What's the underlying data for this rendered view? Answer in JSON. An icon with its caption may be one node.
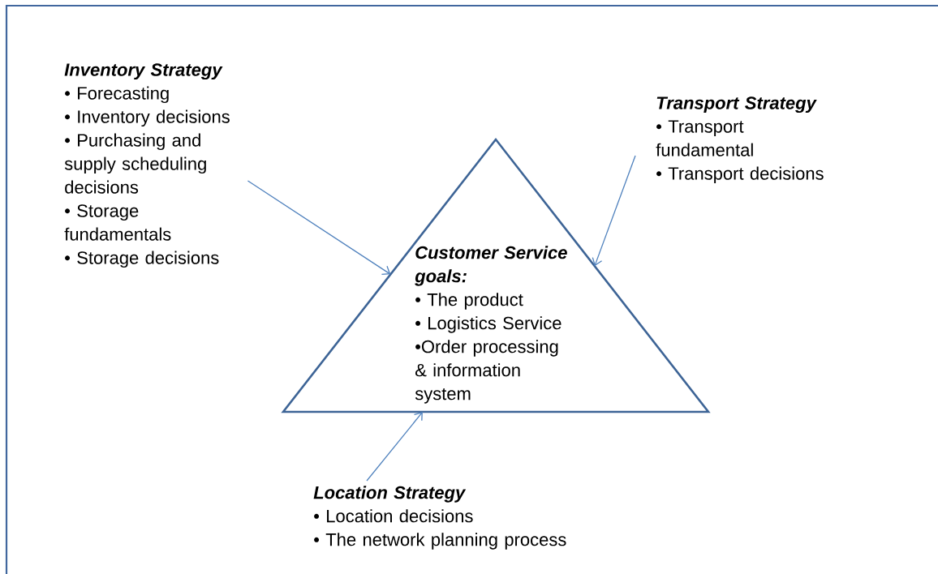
{
  "diagram": {
    "nodes": [
      {
        "text": [
          "Inventory Strategy",
          "• Forecasting",
          "• Inventory decisions",
          "• Purchasing and supply scheduling decisions",
          "• Storage fundamentals",
          "• Storage decisions"
        ]
      },
      {
        "text": [
          "Transport Strategy",
          "• Transport fundamental",
          "• Transport decisions"
        ]
      },
      {
        "text": [
          "Customer Service goals:",
          "• The product",
          "• Logistics Service",
          "•Order processing & information system"
        ]
      },
      {
        "text": [
          "Location Strategy",
          "• Location decisions",
          "• The network planning process"
        ]
      }
    ],
    "edges": [
      {
        "from": 0,
        "to": 2,
        "arrow": "to"
      },
      {
        "from": 1,
        "to": 2,
        "arrow": "to"
      },
      {
        "from": 3,
        "to": 2,
        "arrow": "to"
      }
    ]
  }
}
